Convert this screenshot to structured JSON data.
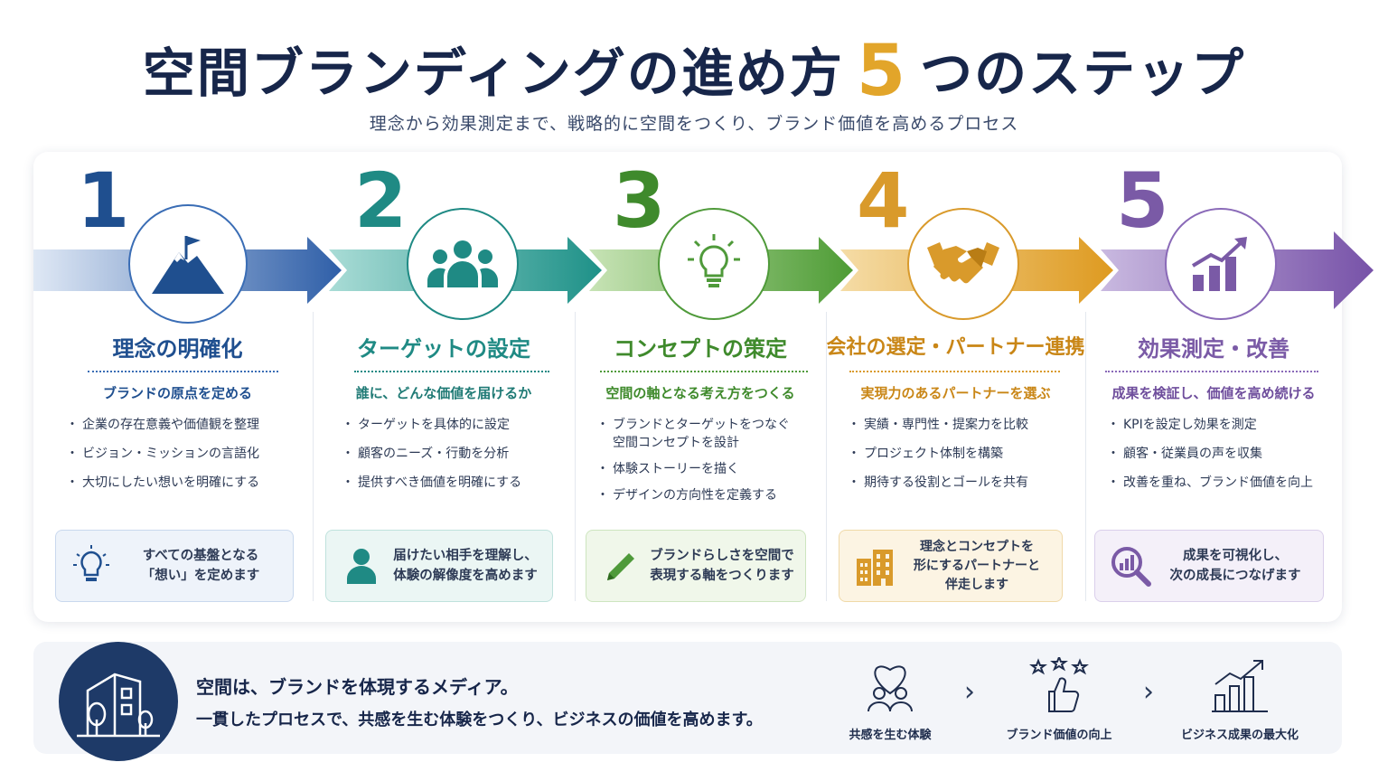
{
  "header": {
    "title_pre": "空間ブランディングの進め方",
    "title_num": "5",
    "title_post": "つのステップ",
    "subtitle": "理念から効果測定まで、戦略的に空間をつくり、ブランド価値を高めるプロセス"
  },
  "colors": {
    "navy": "#17264a",
    "step1": "#1f4f8f",
    "step2": "#1f8a84",
    "step3": "#4f9a3a",
    "step4": "#d99a2b",
    "step5": "#7a5aa6"
  },
  "steps": [
    {
      "number": "1",
      "icon": "mountain-flag-icon",
      "title": "理念の明確化",
      "subtitle": "ブランドの原点を定める",
      "items": [
        "企業の存在意義や価値観を整理",
        "ビジョン・ミッションの言語化",
        "大切にしたい想いを明確にする"
      ],
      "note_icon": "lightbulb-icon",
      "note": "すべての基盤となる\n「想い」を定めます"
    },
    {
      "number": "2",
      "icon": "people-group-icon",
      "title": "ターゲットの設定",
      "subtitle": "誰に、どんな価値を届けるか",
      "items": [
        "ターゲットを具体的に設定",
        "顧客のニーズ・行動を分析",
        "提供すべき価値を明確にする"
      ],
      "note_icon": "person-icon",
      "note": "届けたい相手を理解し、\n体験の解像度を高めます"
    },
    {
      "number": "3",
      "icon": "lightbulb-icon",
      "title": "コンセプトの策定",
      "subtitle": "空間の軸となる考え方をつくる",
      "items": [
        "ブランドとターゲットをつなぐ\n空間コンセプトを設計",
        "体験ストーリーを描く",
        "デザインの方向性を定義する"
      ],
      "note_icon": "pencil-icon",
      "note": "ブランドらしさを空間で\n表現する軸をつくります"
    },
    {
      "number": "4",
      "icon": "handshake-icon",
      "title": "会社の選定・パートナー連携",
      "subtitle": "実現力のあるパートナーを選ぶ",
      "items": [
        "実績・専門性・提案力を比較",
        "プロジェクト体制を構築",
        "期待する役割とゴールを共有"
      ],
      "note_icon": "building-icon",
      "note": "理念とコンセプトを\n形にするパートナーと\n伴走します"
    },
    {
      "number": "5",
      "icon": "growth-chart-icon",
      "title": "効果測定・改善",
      "subtitle": "成果を検証し、価値を高め続ける",
      "items": [
        "KPIを設定し効果を測定",
        "顧客・従業員の声を収集",
        "改善を重ね、ブランド価値を向上"
      ],
      "note_icon": "magnifier-chart-icon",
      "note": "成果を可視化し、\n次の成長につなげます"
    }
  ],
  "footer": {
    "message1": "空間は、ブランドを体現するメディア。",
    "message2": "一貫したプロセスで、共感を生む体験をつくり、ビジネスの価値を高めます。",
    "outcomes": [
      {
        "icon": "heart-people-icon",
        "label": "共感を生む体験"
      },
      {
        "icon": "thumbs-up-stars-icon",
        "label": "ブランド価値の向上"
      },
      {
        "icon": "bar-chart-growth-icon",
        "label": "ビジネス成果の最大化"
      }
    ]
  }
}
